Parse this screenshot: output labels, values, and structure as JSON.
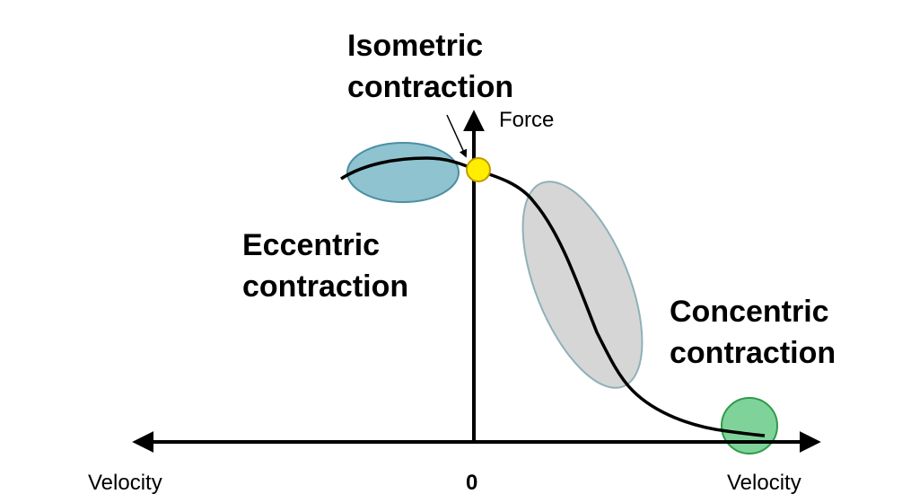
{
  "labels": {
    "isometric_line1": "Isometric",
    "isometric_line2": "contraction",
    "eccentric_line1": "Eccentric",
    "eccentric_line2": "contraction",
    "concentric_line1": "Concentric",
    "concentric_line2": "contraction",
    "y_axis": "Force",
    "x_axis_left": "Velocity",
    "x_axis_right": "Velocity",
    "origin": "0"
  },
  "colors": {
    "eccentric_region": "#8fc3cf",
    "concentric_region": "#d6d6d6",
    "fast_concentric_region": "#7fd39a",
    "isometric_point": "#ffee00",
    "curve": "#000000"
  }
}
